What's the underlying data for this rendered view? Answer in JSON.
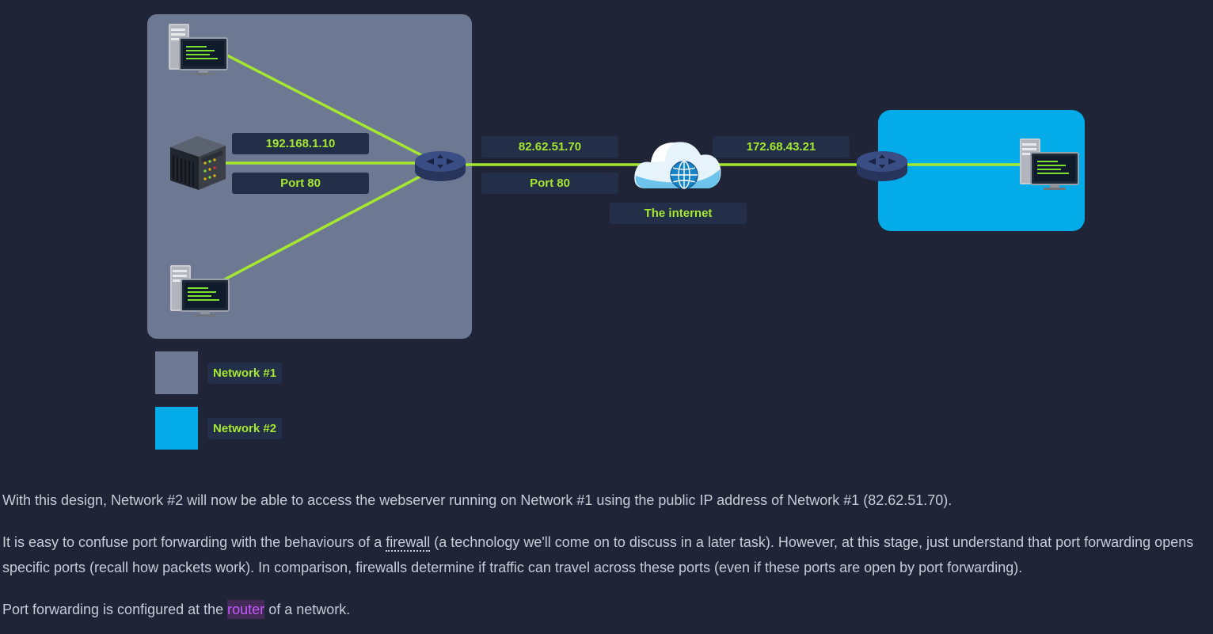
{
  "diagram": {
    "labels": {
      "local_ip": "192.168.1.10",
      "local_port": "Port 80",
      "public_ip": "82.62.51.70",
      "public_port": "Port 80",
      "internet": "The internet",
      "remote_ip": "172.68.43.21"
    },
    "colors": {
      "network1": "#6d7992",
      "network2": "#03abe9",
      "link": "#a5e82f",
      "label_text": "#a5e82f",
      "label_bg": "#232e49",
      "background": "#1f2437"
    },
    "icons": [
      "computer-icon",
      "server-icon",
      "router-icon",
      "cloud-globe-icon"
    ]
  },
  "legend": {
    "items": [
      {
        "label": "Network #1",
        "color": "#6d7992"
      },
      {
        "label": "Network #2",
        "color": "#03abe9"
      }
    ]
  },
  "text": {
    "p1": "With this design, Network #2 will now be able to access the webserver running on Network #1 using the public IP address of Network #1 (82.62.51.70).",
    "p2_before": "It is easy to confuse port forwarding with the behaviours of a ",
    "p2_term": "firewall",
    "p2_after": " (a technology we'll come on to discuss in a later task). However, at this stage, just understand that port forwarding opens specific ports (recall how packets work). In comparison, firewalls determine if traffic can travel across these ports (even if these ports are open by port forwarding).",
    "p3_before": "Port forwarding is configured at the ",
    "p3_term": "router",
    "p3_after": " of a network."
  }
}
